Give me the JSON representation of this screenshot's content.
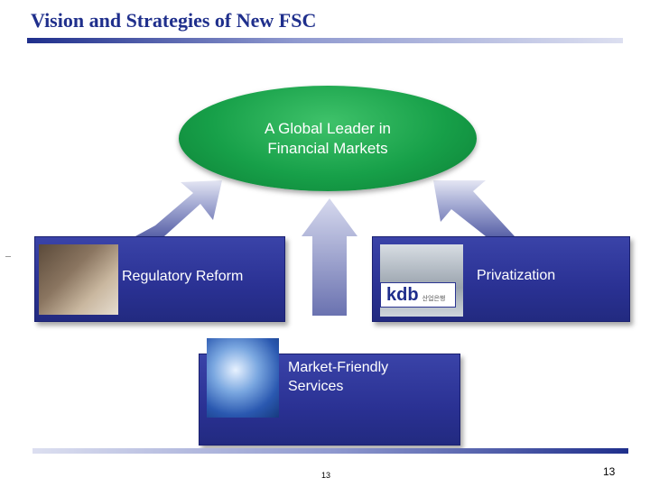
{
  "slide": {
    "title": "Vision and Strategies of New FSC",
    "vision": {
      "line1": "A Global Leader in",
      "line2": "Financial Markets"
    },
    "strategies": [
      {
        "label": "Regulatory Reform"
      },
      {
        "label": "Privatization"
      },
      {
        "label_line1": "Market-Friendly",
        "label_line2": "Services"
      }
    ],
    "logo_text": "kdb",
    "logo_subtext": "산업은행",
    "page_number_center": "13",
    "page_number_right": "13"
  },
  "colors": {
    "title": "#1f2f8c",
    "ellipse": "#17a049",
    "box": "#2a3193",
    "arrow": "#8c93c4"
  }
}
